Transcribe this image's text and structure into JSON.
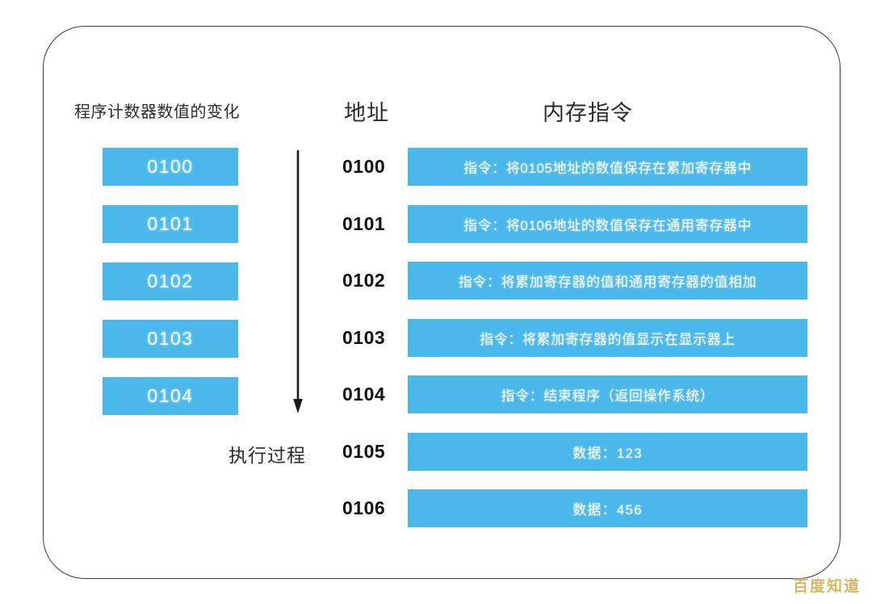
{
  "headers": {
    "program_counter": "程序计数器数值的变化",
    "address": "地址",
    "memory_instruction": "内存指令"
  },
  "arrow": {
    "label": "执行过程",
    "icon": "down-arrow-icon",
    "color": "#1a1a1a"
  },
  "program_counter_values": [
    {
      "value": "0100"
    },
    {
      "value": "0101"
    },
    {
      "value": "0102"
    },
    {
      "value": "0103"
    },
    {
      "value": "0104"
    }
  ],
  "memory_rows": [
    {
      "address": "0100",
      "content": "指令：将0105地址的数值保存在累加寄存器中",
      "kind": "instruction"
    },
    {
      "address": "0101",
      "content": "指令：将0106地址的数值保存在通用寄存器中",
      "kind": "instruction"
    },
    {
      "address": "0102",
      "content": "指令：将累加寄存器的值和通用寄存器的值相加",
      "kind": "instruction"
    },
    {
      "address": "0103",
      "content": "指令：将累加寄存器的值显示在显示器上",
      "kind": "instruction"
    },
    {
      "address": "0104",
      "content": "指令：结束程序（返回操作系统）",
      "kind": "instruction"
    },
    {
      "address": "0105",
      "content": "数据：123",
      "kind": "data"
    },
    {
      "address": "0106",
      "content": "数据：456",
      "kind": "data"
    }
  ],
  "watermark": "百度知道",
  "colors": {
    "bar_blue": "#4bb8ec",
    "frame_border": "#3a3a3a",
    "background": "#fefefe",
    "watermark_gold": "#d9b55f",
    "bar_text": "#ffffff",
    "address_text": "#111111"
  }
}
